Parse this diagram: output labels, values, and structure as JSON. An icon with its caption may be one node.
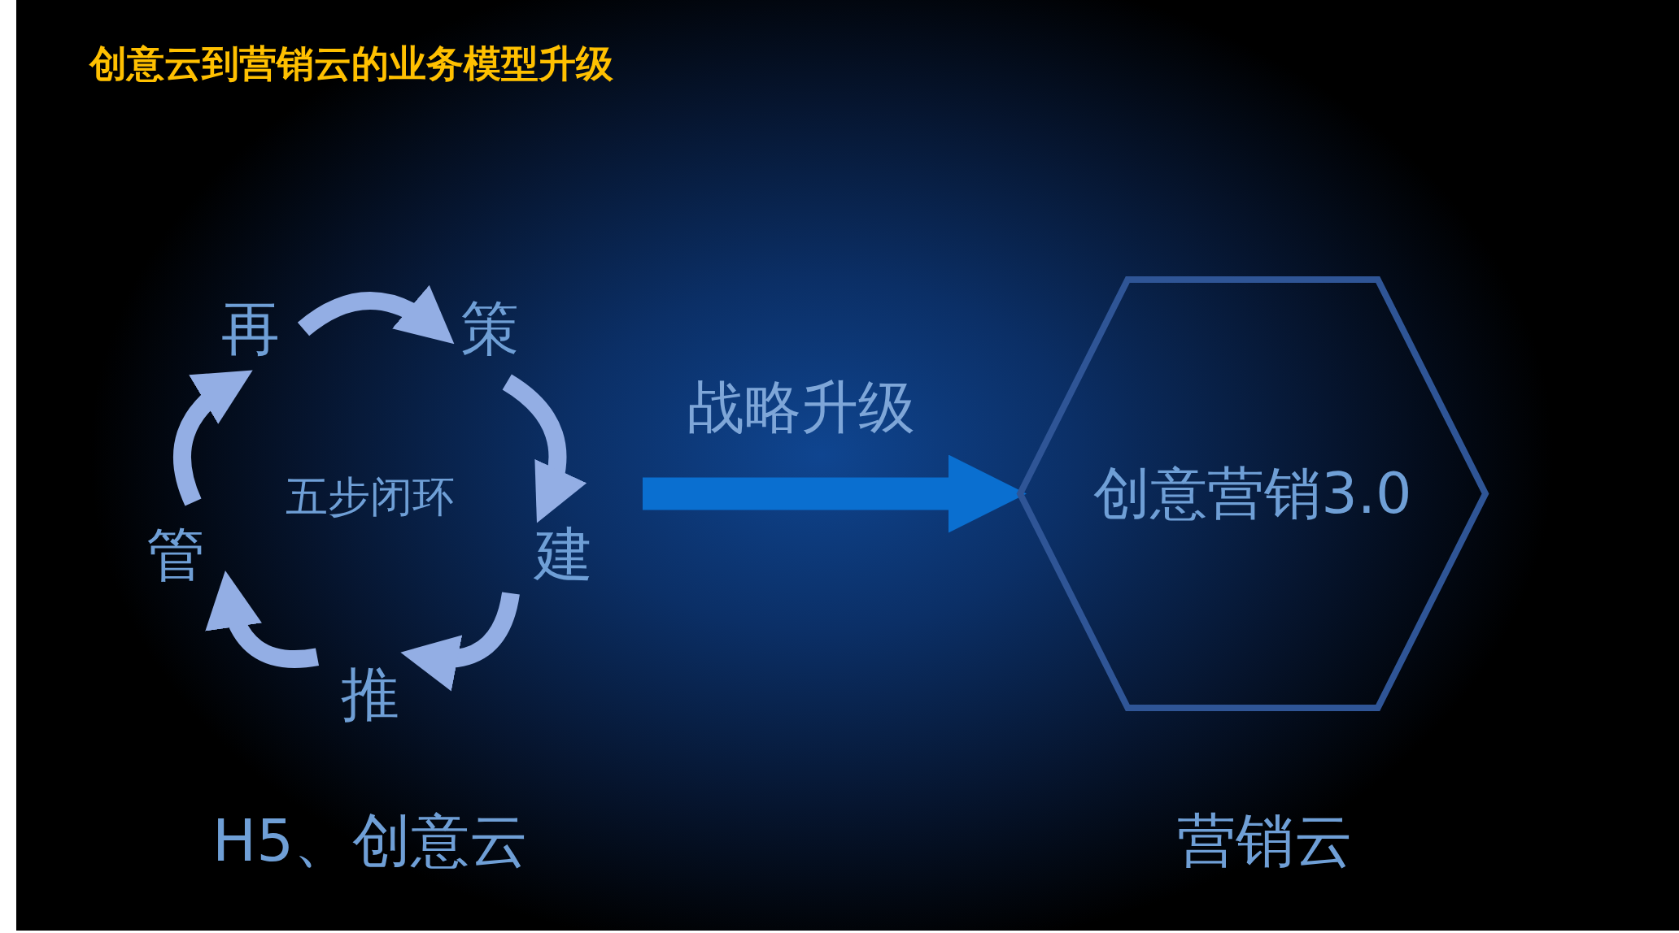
{
  "diagram": {
    "title": "创意云到营销云的业务模型升级",
    "nodes": [
      {
        "text": [
          "再"
        ]
      },
      {
        "text": [
          "策"
        ]
      },
      {
        "text": [
          "建"
        ]
      },
      {
        "text": [
          "推"
        ]
      },
      {
        "text": [
          "管"
        ]
      },
      {
        "text": [
          "创意营销3.0"
        ]
      }
    ],
    "edges": [
      {
        "from": 0,
        "to": 1,
        "arrow": "to"
      },
      {
        "from": 1,
        "to": 2,
        "arrow": "to"
      },
      {
        "from": 2,
        "to": 3,
        "arrow": "to"
      },
      {
        "from": 3,
        "to": 4,
        "arrow": "to"
      },
      {
        "from": 4,
        "to": 0,
        "arrow": "to"
      },
      {
        "from": null,
        "to": 5,
        "arrow": "to",
        "label": "战略升级",
        "style": "thick",
        "color": "#0a6fd0"
      }
    ],
    "labels": [
      "五步闭环",
      "H5、创意云",
      "营销云"
    ]
  }
}
